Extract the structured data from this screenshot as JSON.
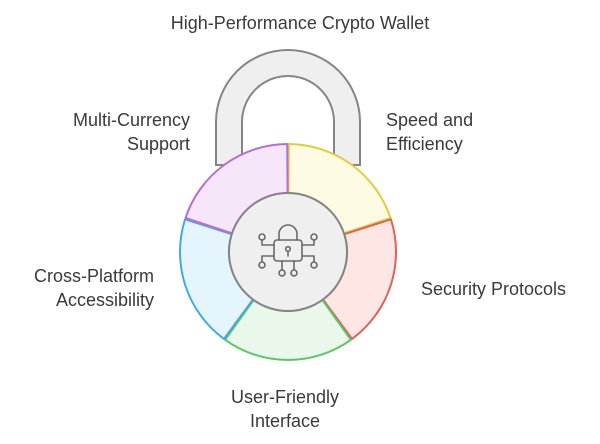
{
  "title": "High-Performance Crypto Wallet",
  "segments": [
    {
      "key": "speed",
      "lines": [
        "Speed and",
        "Efficiency"
      ],
      "fill": "#fdfbe3",
      "stroke": "#e3cc3a"
    },
    {
      "key": "security",
      "lines": [
        "Security Protocols"
      ],
      "fill": "#fde6e3",
      "stroke": "#d8645a"
    },
    {
      "key": "user",
      "lines": [
        "User-Friendly",
        "Interface"
      ],
      "fill": "#e9f8ea",
      "stroke": "#5cc46a"
    },
    {
      "key": "cross",
      "lines": [
        "Cross-Platform",
        "Accessibility"
      ],
      "fill": "#e4f5fd",
      "stroke": "#44a9de"
    },
    {
      "key": "multi",
      "lines": [
        "Multi-Currency",
        "Support"
      ],
      "fill": "#f6e6fa",
      "stroke": "#b86cd4"
    }
  ],
  "colors": {
    "shackle_fill": "#efefef",
    "shackle_stroke": "#858585",
    "hub_fill": "#efefef",
    "hub_stroke": "#858585",
    "icon_stroke": "#6a6a6a",
    "text": "#3a3a3a"
  },
  "icon": "circuit-padlock-icon"
}
